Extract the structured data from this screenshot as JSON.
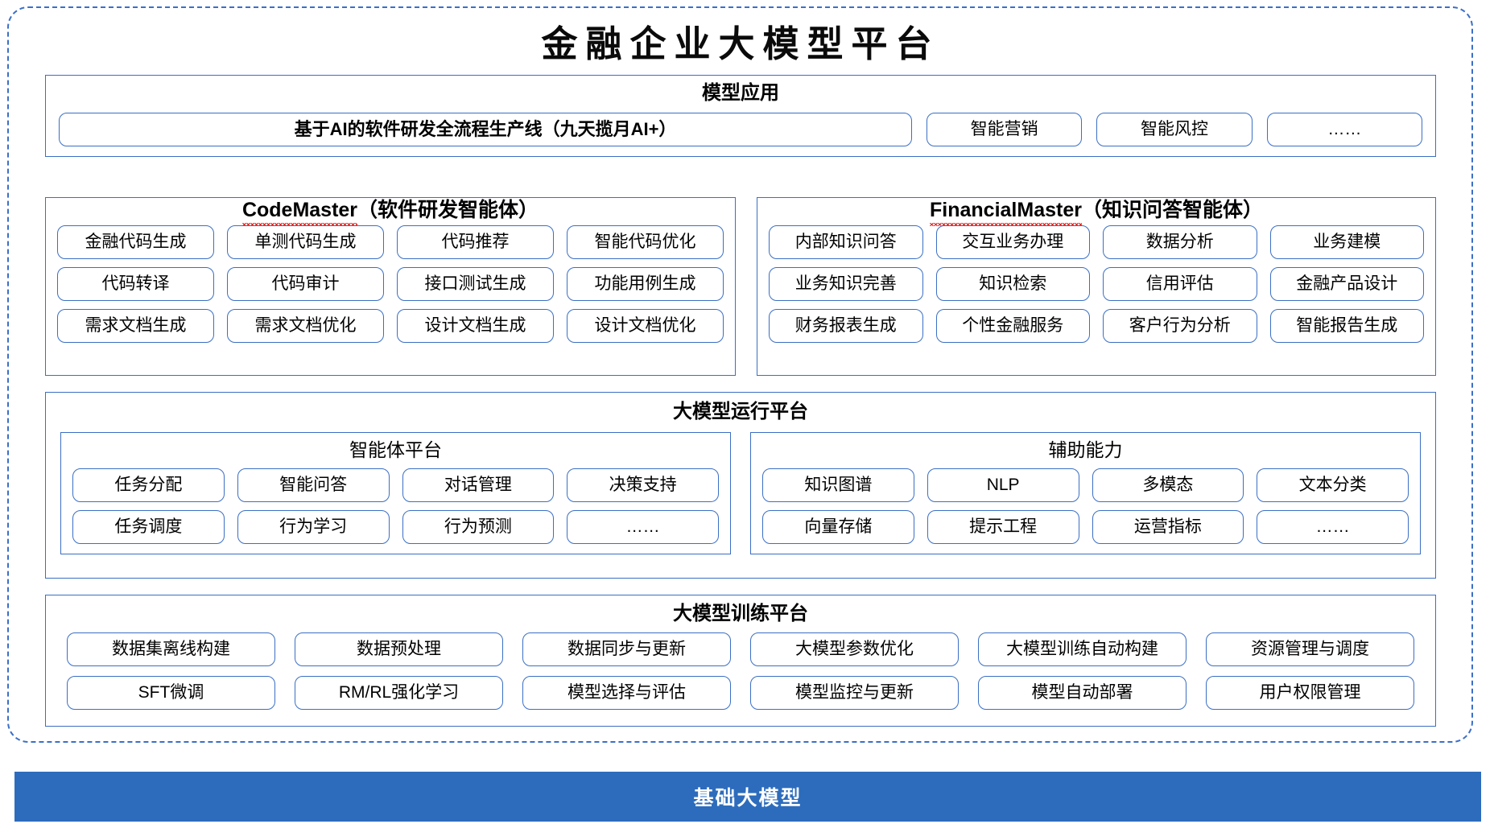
{
  "title": "金融企业大模型平台",
  "sections": {
    "apps": {
      "title": "模型应用",
      "items": [
        "基于AI的软件研发全流程生产线（九天揽月AI+）",
        "智能营销",
        "智能风控",
        "……"
      ]
    },
    "code_master": {
      "name": "CodeMaster",
      "suffix": "（软件研发智能体）",
      "rows": [
        [
          "金融代码生成",
          "单测代码生成",
          "代码推荐",
          "智能代码优化"
        ],
        [
          "代码转译",
          "代码审计",
          "接口测试生成",
          "功能用例生成"
        ],
        [
          "需求文档生成",
          "需求文档优化",
          "设计文档生成",
          "设计文档优化"
        ]
      ]
    },
    "financial_master": {
      "name": "FinancialMaster",
      "suffix": "（知识问答智能体）",
      "rows": [
        [
          "内部知识问答",
          "交互业务办理",
          "数据分析",
          "业务建模"
        ],
        [
          "业务知识完善",
          "知识检索",
          "信用评估",
          "金融产品设计"
        ],
        [
          "财务报表生成",
          "个性金融服务",
          "客户行为分析",
          "智能报告生成"
        ]
      ]
    },
    "runtime": {
      "title": "大模型运行平台",
      "agent_platform": {
        "title": "智能体平台",
        "rows": [
          [
            "任务分配",
            "智能问答",
            "对话管理",
            "决策支持"
          ],
          [
            "任务调度",
            "行为学习",
            "行为预测",
            "……"
          ]
        ]
      },
      "support_capability": {
        "title": "辅助能力",
        "rows": [
          [
            "知识图谱",
            "NLP",
            "多模态",
            "文本分类"
          ],
          [
            "向量存储",
            "提示工程",
            "运营指标",
            "……"
          ]
        ]
      }
    },
    "training": {
      "title": "大模型训练平台",
      "rows": [
        [
          "数据集离线构建",
          "数据预处理",
          "数据同步与更新",
          "大模型参数优化",
          "大模型训练自动构建",
          "资源管理与调度"
        ],
        [
          "SFT微调",
          "RM/RL强化学习",
          "模型选择与评估",
          "模型监控与更新",
          "模型自动部署",
          "用户权限管理"
        ]
      ]
    },
    "base": {
      "title": "基础大模型"
    }
  },
  "colors": {
    "accent_border": "#3B6FC4",
    "base_bar": "#2D6CBC",
    "frame_dashed": "#3B6FC8",
    "spellcheck": "#e02020"
  }
}
